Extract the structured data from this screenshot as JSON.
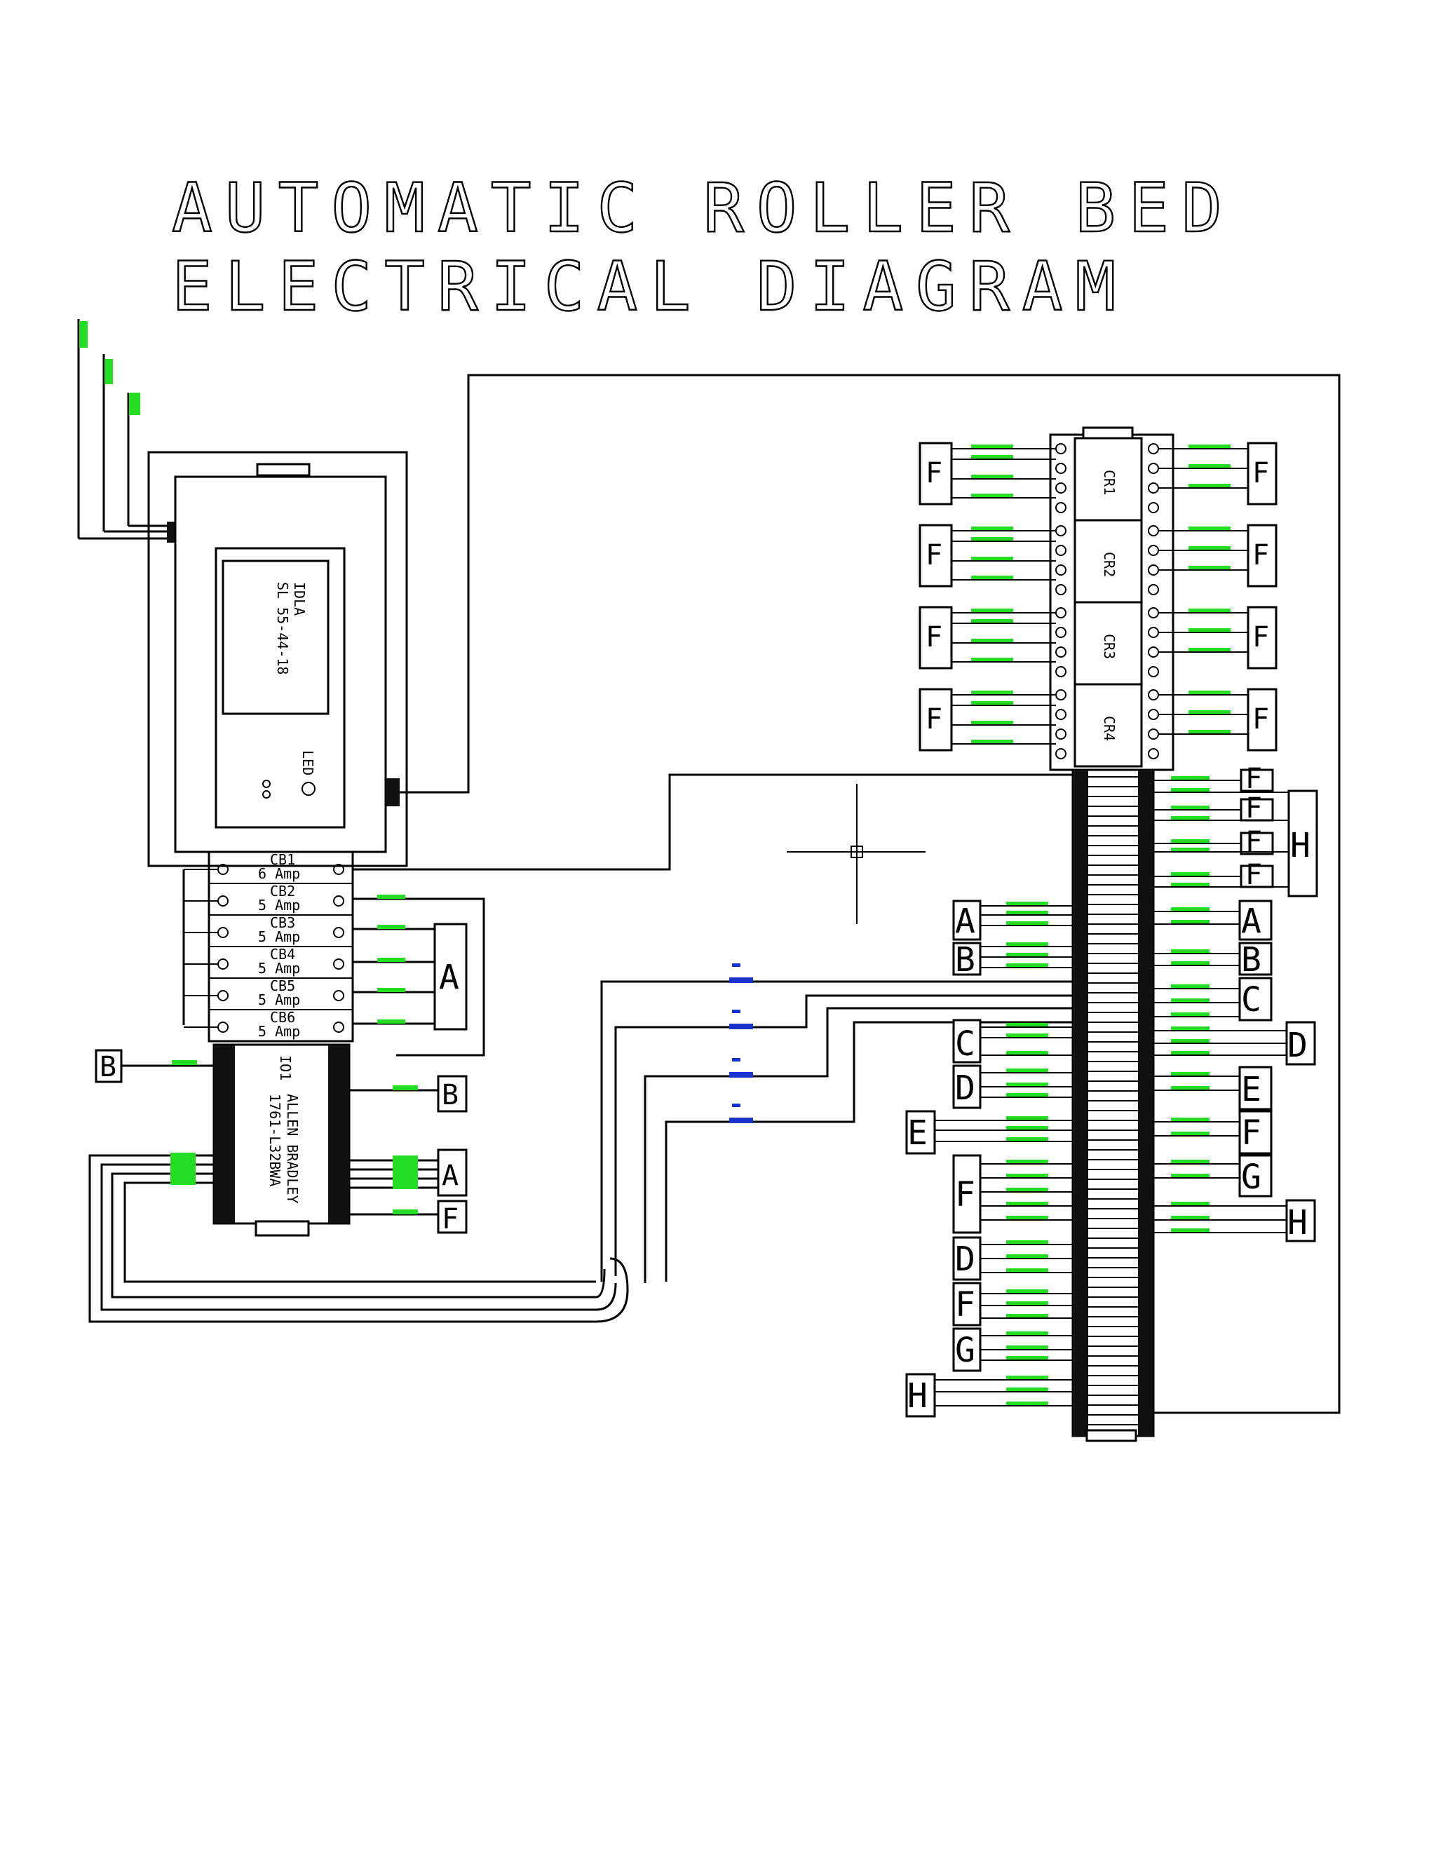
{
  "title": {
    "line1": "AUTOMATIC ROLLER BED",
    "line2": "ELECTRICAL DIAGRAM"
  },
  "breakers": [
    {
      "name": "CB1",
      "rating": "6 Amp"
    },
    {
      "name": "CB2",
      "rating": "5 Amp"
    },
    {
      "name": "CB3",
      "rating": "5 Amp"
    },
    {
      "name": "CB4",
      "rating": "5 Amp"
    },
    {
      "name": "CB5",
      "rating": "5 Amp"
    },
    {
      "name": "CB6",
      "rating": "5 Amp"
    }
  ],
  "relays": [
    "CR1",
    "CR2",
    "CR3",
    "CR4"
  ],
  "display": {
    "led_label": "LED",
    "text1": "IDLA",
    "text2": "SL 55-44-18"
  },
  "plc": {
    "line1": "ALLEN BRADLEY",
    "line2": "1761-L32BWA",
    "tag": "IO1"
  },
  "connectors": {
    "A": "A",
    "B": "B",
    "C": "C",
    "D": "D",
    "E": "E",
    "F": "F",
    "G": "G",
    "H": "H"
  },
  "colors": {
    "wire": "#000000",
    "wire_tag": "#22dd22",
    "sensor_tag": "#1a33cc"
  }
}
